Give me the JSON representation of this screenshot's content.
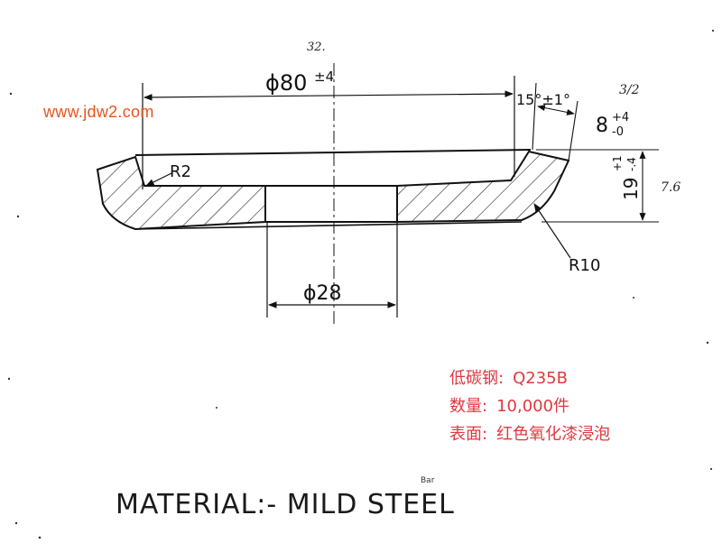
{
  "watermark": "www.jdw2.com",
  "dimensions": {
    "outer_diameter": "ϕ80",
    "outer_diameter_tol": "±4",
    "inner_diameter": "ϕ28",
    "corner_radius_small": "R2",
    "corner_radius_large": "R10",
    "angle": "15°±1°",
    "flange_width": "8",
    "flange_width_tol_upper": "+4",
    "flange_width_tol_lower": "-0",
    "height": "19",
    "height_tol_upper": "+1",
    "height_tol_lower": "-.4"
  },
  "annotations": {
    "top_note": "32.",
    "right_note_top": "3/2",
    "right_note_side": "7.6"
  },
  "notes": [
    {
      "label": "低碳钢:",
      "value": "Q235B"
    },
    {
      "label": "数量:",
      "value": "10,000件"
    },
    {
      "label": "表面:",
      "value": "红色氧化漆浸泡"
    }
  ],
  "material": {
    "label": "MATERIAL:-",
    "value": "MILD STEEL",
    "sub_note": "Bar"
  },
  "colors": {
    "line": "#111111",
    "watermark": "#e8541c",
    "notes": "#e0393f"
  }
}
